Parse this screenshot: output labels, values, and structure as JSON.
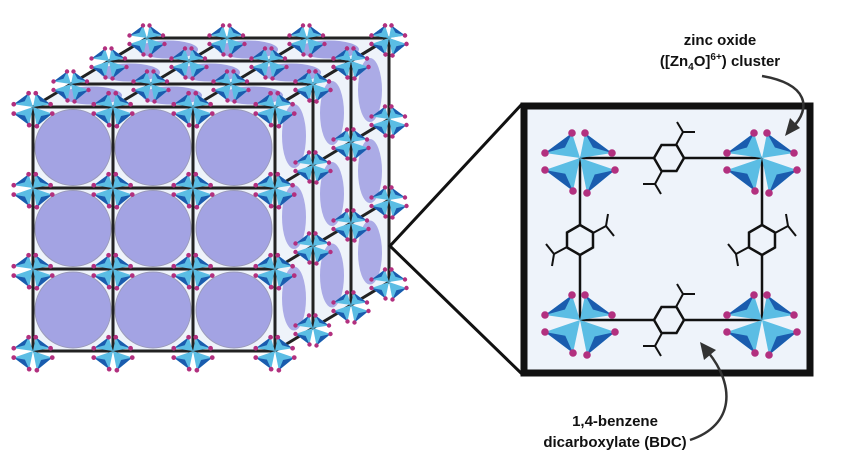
{
  "labels": {
    "zinc_oxide_line1": "zinc oxide",
    "zinc_oxide_line2_prefix": "([Zn",
    "zinc_oxide_sub": "4",
    "zinc_oxide_mid": "O]",
    "zinc_oxide_sup": "6+",
    "zinc_oxide_suffix": ") cluster",
    "bdc_line1": "1,4-benzene",
    "bdc_line2": "dicarboxylate (BDC)"
  },
  "colors": {
    "pore": "#a3a3e3",
    "cell_bg": "#eef3fa",
    "tetra_light": "#5bbde4",
    "tetra_dark": "#1a5cae",
    "oxygen": "#b2307f",
    "frame": "#222222"
  }
}
